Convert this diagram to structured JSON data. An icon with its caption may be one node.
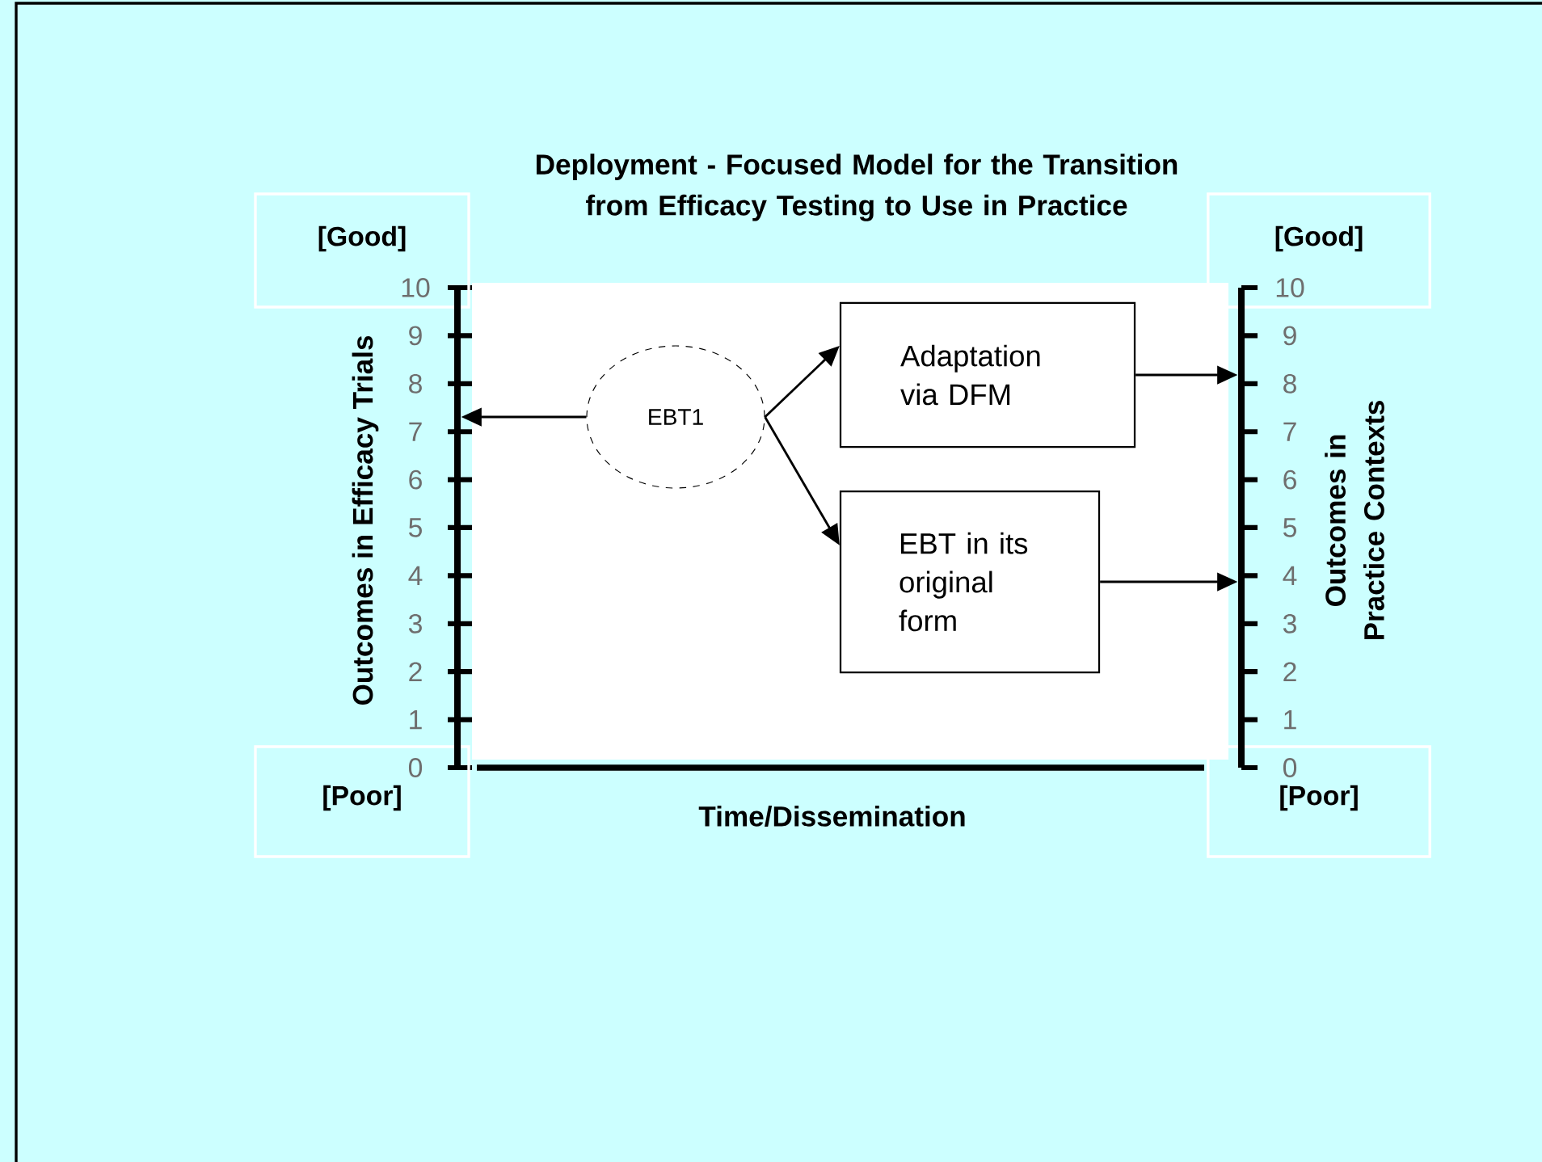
{
  "diagram": {
    "title": "Deployment - Focused Model for the Transition from Efficacy Testing to Use in Practice",
    "nodes": [
      {
        "text": [
          "[Good]"
        ]
      },
      {
        "text": [
          "[Good]"
        ]
      },
      {
        "text": [
          "EBT1"
        ]
      },
      {
        "text": [
          "Adaptation via DFM"
        ]
      },
      {
        "text": [
          "EBT in its original form"
        ]
      },
      {
        "text": [
          "[Poor]"
        ]
      },
      {
        "text": [
          "[Poor]"
        ]
      },
      {
        "text": [],
        "shape": "bar"
      },
      {
        "text": [],
        "shape": "bar"
      }
    ],
    "edges": [
      {
        "from": 2,
        "to": 7,
        "arrow": "to"
      },
      {
        "from": 2,
        "to": 3,
        "arrow": "to"
      },
      {
        "from": 2,
        "to": 4,
        "arrow": "to"
      },
      {
        "from": 3,
        "to": 8,
        "arrow": "to"
      },
      {
        "from": 4,
        "to": 8,
        "arrow": "to"
      }
    ],
    "labels": [
      "Outcomes in Efficacy Trials",
      "10",
      "9",
      "8",
      "7",
      "6",
      "5",
      "4",
      "3",
      "2",
      "1",
      "0",
      "10",
      "9",
      "8",
      "7",
      "6",
      "5",
      "4",
      "3",
      "2",
      "1",
      "0",
      "Outcomes in Practice Contexts",
      "Time/Dissemination"
    ]
  }
}
